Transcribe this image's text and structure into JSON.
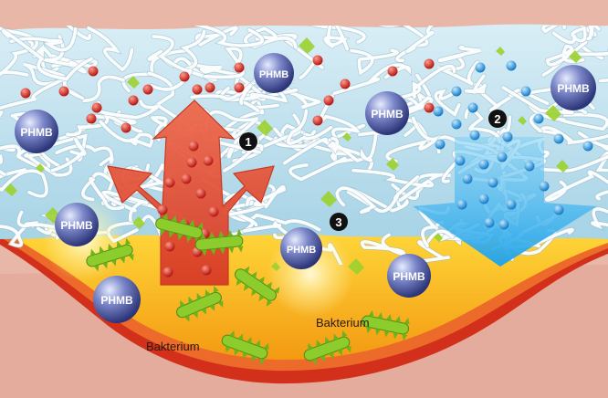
{
  "badges": {
    "phmb": "PHMB",
    "numbers": [
      "1",
      "2",
      "3"
    ]
  },
  "labels": {
    "bacterium_left": "Bakterium",
    "bacterium_right": "Bakterium"
  },
  "colors": {
    "fiber_background": "#bfe1ee",
    "fiber_strand": "#ffffff",
    "wound_fluid": "#f8c21b",
    "wound_edge": "#d7321e",
    "skin": "#e7b3a3",
    "red_arrow": "#e2553b",
    "blue_arrow": "#33a9e6",
    "red_particle": "#d8231b",
    "blue_particle": "#2c9ee3",
    "bacteria": "#8fcc2d",
    "phmb_ball": "#4d5cab"
  }
}
